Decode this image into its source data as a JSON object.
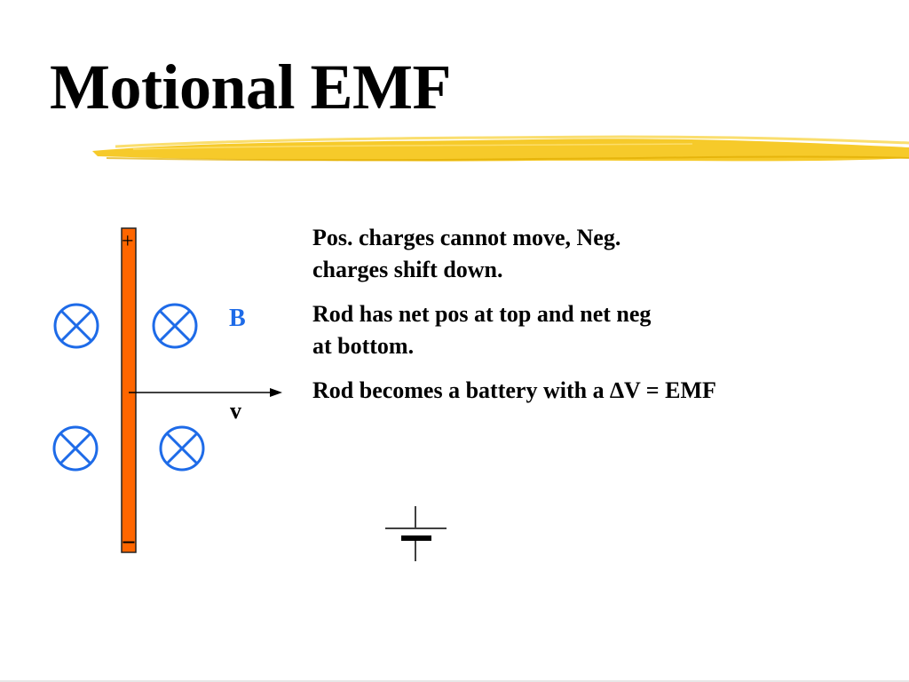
{
  "slide": {
    "title": "Motional EMF",
    "accent_color": "#f5c518",
    "rod_color": "#ff6600",
    "field_color": "#1e6be8"
  },
  "diagram": {
    "plus_sign": "+",
    "minus_sign": "−",
    "field_label": "B",
    "velocity_label": "v",
    "field_symbol": "into-page-x-icon",
    "battery_symbol": "battery-icon"
  },
  "bullets": [
    {
      "line1": "Pos. charges cannot move, Neg.",
      "line2": "charges shift down."
    },
    {
      "line1": "Rod has net pos at top and net neg",
      "line2": "at bottom."
    },
    {
      "line1": "Rod becomes a battery with a ∆V = EMF",
      "line2": ""
    }
  ]
}
